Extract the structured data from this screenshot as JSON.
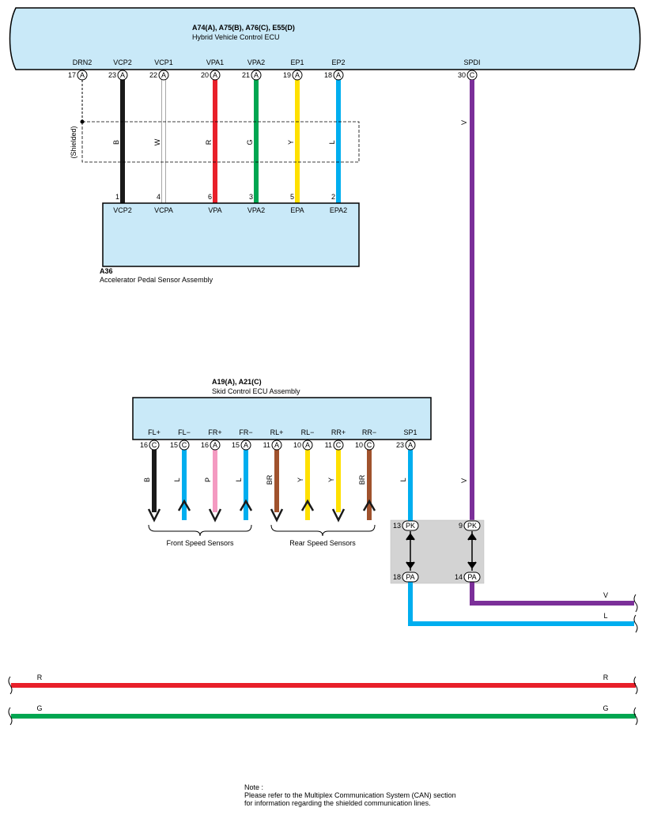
{
  "colors": {
    "ecu_fill": "#c9e9f8",
    "junction_fill": "#d3d3d3",
    "B": "#1a1a1a",
    "W": "#ffffff",
    "R": "#e8202a",
    "G": "#00a651",
    "Y": "#ffe000",
    "L": "#00aeef",
    "P": "#f49ac1",
    "BR": "#a0522d",
    "V": "#7b2f99"
  },
  "hv_ecu": {
    "title": "A74(A), A75(B), A76(C), E55(D)",
    "subtitle": "Hybrid Vehicle Control ECU",
    "terminals": [
      {
        "name": "DRN2",
        "pin": "17",
        "conn": "A"
      },
      {
        "name": "VCP2",
        "pin": "23",
        "conn": "A"
      },
      {
        "name": "VCP1",
        "pin": "22",
        "conn": "A"
      },
      {
        "name": "VPA1",
        "pin": "20",
        "conn": "A"
      },
      {
        "name": "VPA2",
        "pin": "21",
        "conn": "A"
      },
      {
        "name": "EP1",
        "pin": "19",
        "conn": "A"
      },
      {
        "name": "EP2",
        "pin": "18",
        "conn": "A"
      },
      {
        "name": "SPDI",
        "pin": "30",
        "conn": "C"
      }
    ]
  },
  "shielded_label": "(Shielded)",
  "pedal_wires": [
    {
      "color_code": "B",
      "pin": "1",
      "name": "VCP2"
    },
    {
      "color_code": "W",
      "pin": "4",
      "name": "VCPA"
    },
    {
      "color_code": "R",
      "pin": "6",
      "name": "VPA"
    },
    {
      "color_code": "G",
      "pin": "3",
      "name": "VPA2"
    },
    {
      "color_code": "Y",
      "pin": "5",
      "name": "EPA"
    },
    {
      "color_code": "L",
      "pin": "2",
      "name": "EPA2"
    }
  ],
  "spdi_wire_label": "V",
  "pedal": {
    "code": "A36",
    "name": "Accelerator Pedal Sensor Assembly"
  },
  "skid_ecu": {
    "title": "A19(A), A21(C)",
    "subtitle": "Skid Control ECU Assembly",
    "terminals": [
      {
        "name": "FL+",
        "pin": "16",
        "conn": "C",
        "color_code": "B"
      },
      {
        "name": "FL−",
        "pin": "15",
        "conn": "C",
        "color_code": "L"
      },
      {
        "name": "FR+",
        "pin": "16",
        "conn": "A",
        "color_code": "P"
      },
      {
        "name": "FR−",
        "pin": "15",
        "conn": "A",
        "color_code": "L"
      },
      {
        "name": "RL+",
        "pin": "11",
        "conn": "A",
        "color_code": "BR"
      },
      {
        "name": "RL−",
        "pin": "10",
        "conn": "A",
        "color_code": "Y"
      },
      {
        "name": "RR+",
        "pin": "11",
        "conn": "C",
        "color_code": "Y"
      },
      {
        "name": "RR−",
        "pin": "10",
        "conn": "C",
        "color_code": "BR"
      },
      {
        "name": "SP1",
        "pin": "23",
        "conn": "A",
        "color_code": "L"
      }
    ]
  },
  "front_sensors": "Front Speed Sensors",
  "rear_sensors": "Rear Speed Sensors",
  "junction": {
    "top": [
      {
        "pin": "13",
        "conn": "PK"
      },
      {
        "pin": "9",
        "conn": "PK"
      }
    ],
    "bottom": [
      {
        "pin": "18",
        "conn": "PA"
      },
      {
        "pin": "14",
        "conn": "PA"
      }
    ]
  },
  "out_wires": [
    {
      "label": "V"
    },
    {
      "label": "L"
    }
  ],
  "bus_wires": [
    {
      "label_left": "R",
      "label_right": "R"
    },
    {
      "label_left": "G",
      "label_right": "G"
    }
  ],
  "note": {
    "line1": "Note :",
    "line2": "Please refer to the Multiplex Communication System (CAN) section",
    "line3": "for information regarding the shielded communication lines."
  }
}
